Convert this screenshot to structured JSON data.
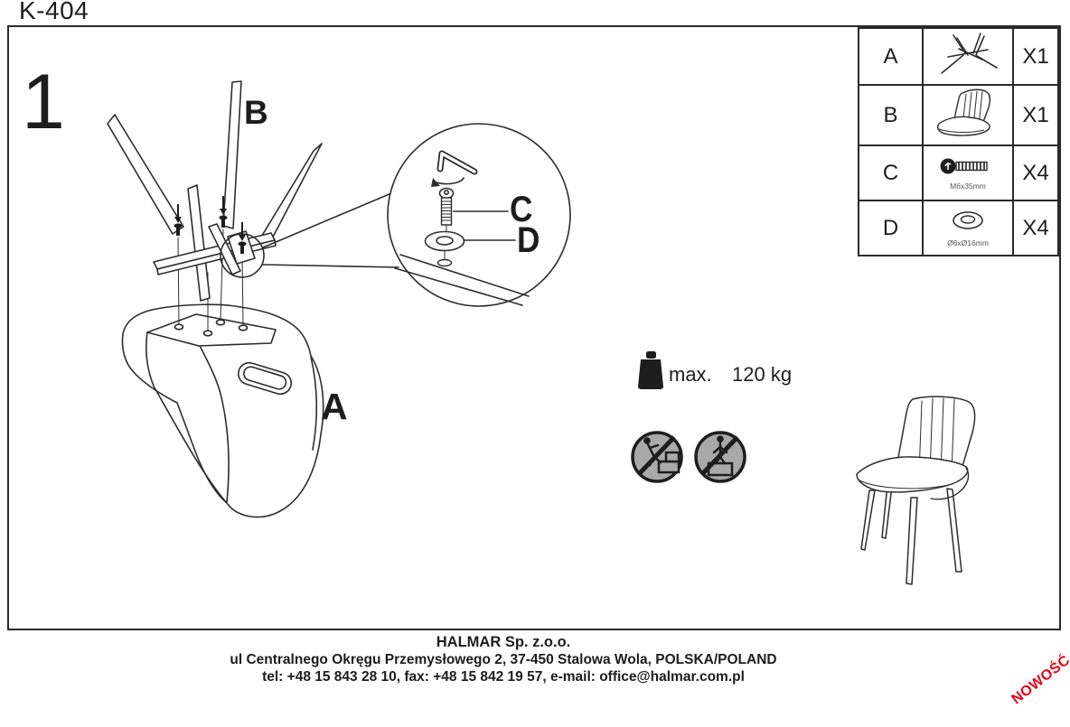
{
  "header": {
    "model": "K-404"
  },
  "step": {
    "number": "1"
  },
  "diagram": {
    "part_label_a": "A",
    "part_label_b": "B",
    "callout": {
      "screw_label": "C",
      "washer_label": "D"
    }
  },
  "parts_table": {
    "rows": [
      {
        "letter": "A",
        "icon": "leg-frame-icon",
        "qty": "X1",
        "spec": ""
      },
      {
        "letter": "B",
        "icon": "seat-icon",
        "qty": "X1",
        "spec": ""
      },
      {
        "letter": "C",
        "icon": "screw-icon",
        "qty": "X4",
        "spec": "M6x35mm"
      },
      {
        "letter": "D",
        "icon": "washer-icon",
        "qty": "X4",
        "spec": "Ø6xØ16mm"
      }
    ]
  },
  "load_limit": {
    "label": "max.",
    "value": "120 kg"
  },
  "footer": {
    "company": "HALMAR Sp. z.o.o.",
    "address": "ul Centralnego Okręgu Przemysłowego 2, 37-450 Stalowa Wola, POLSKA/POLAND",
    "contact": "tel: +48 15 843 28 10, fax: +48 15 842 19 57, e-mail: office@halmar.com.pl"
  },
  "badge": {
    "text": "NOWOŚĆ"
  },
  "colors": {
    "badge_red": "#e30617",
    "line": "#2d2d2d",
    "prohibition_gray": "#a9a9a9"
  }
}
